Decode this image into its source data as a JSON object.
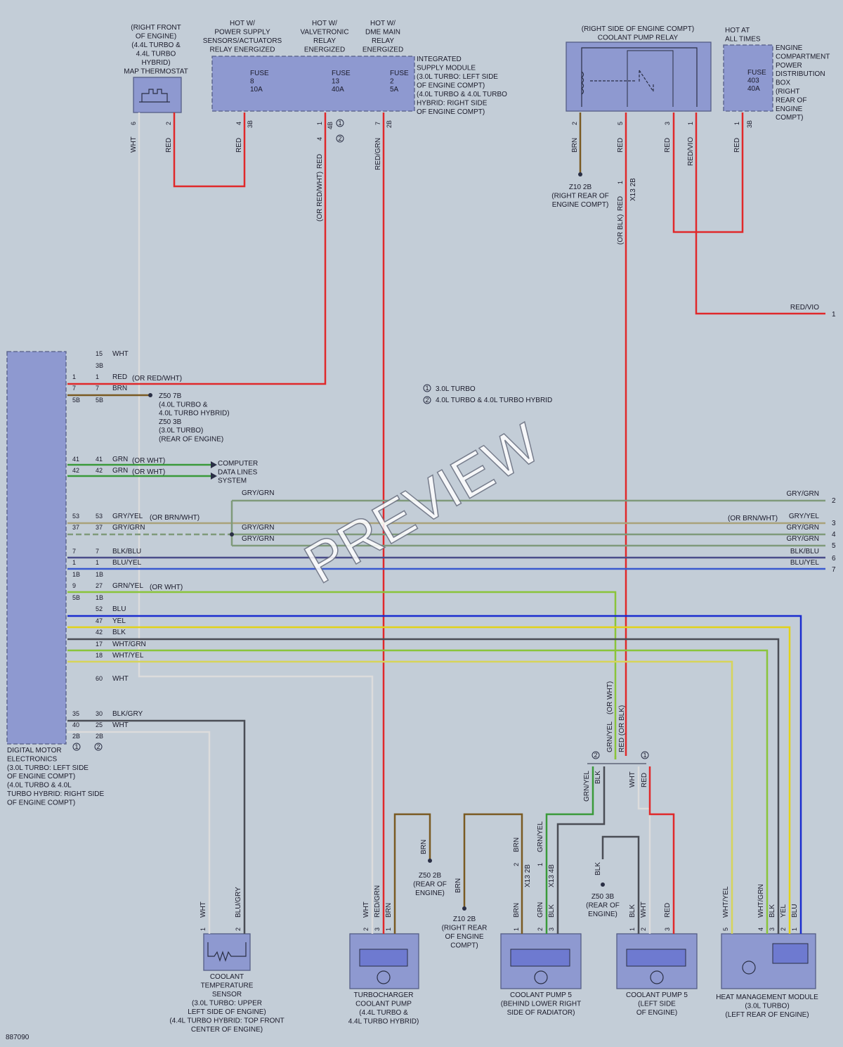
{
  "doc_id": "887090",
  "watermark": "PREVIEW",
  "legend": {
    "n1": "3.0L TURBO",
    "n2": "4.0L TURBO & 4.0L TURBO HYBRID"
  },
  "boxes": {
    "map_thermostat": [
      "(RIGHT FRONT",
      "OF ENGINE)",
      "(4.4L TURBO &",
      "4.4L TURBO",
      "HYBRID)",
      "MAP THERMOSTAT"
    ],
    "hot_power": [
      "HOT W/",
      "POWER SUPPLY",
      "SENSORS/ACTUATORS",
      "RELAY ENERGIZED"
    ],
    "hot_valve": [
      "HOT W/",
      "VALVETRONIC",
      "RELAY",
      "ENERGIZED"
    ],
    "hot_dme": [
      "HOT W/",
      "DME MAIN",
      "RELAY",
      "ENERGIZED"
    ],
    "ism": [
      "INTEGRATED",
      "SUPPLY MODULE",
      "(3.0L TURBO: LEFT SIDE",
      "OF ENGINE COMPT)",
      "(4.0L TURBO & 4.0L TURBO",
      "HYBRID: RIGHT SIDE",
      "OF ENGINE COMPT)"
    ],
    "fuse8": [
      "FUSE",
      "8",
      "10A"
    ],
    "fuse13": [
      "FUSE",
      "13",
      "40A"
    ],
    "fuse2": [
      "FUSE",
      "2",
      "5A"
    ],
    "relay": [
      "(RIGHT SIDE OF ENGINE COMPT)",
      "COOLANT PUMP RELAY"
    ],
    "hot_always": [
      "HOT AT",
      "ALL TIMES"
    ],
    "fuse403": [
      "FUSE",
      "403",
      "40A"
    ],
    "epdb": [
      "ENGINE",
      "COMPARTMENT",
      "POWER",
      "DISTRIBUTION",
      "BOX",
      "(RIGHT",
      "REAR OF",
      "ENGINE",
      "COMPT)"
    ],
    "dme": [
      "DIGITAL MOTOR",
      "ELECTRONICS",
      "(3.0L TURBO: LEFT SIDE",
      "OF ENGINE COMPT)",
      "(4.0L TURBO & 4.0L",
      "TURBO HYBRID: RIGHT SIDE",
      "OF ENGINE COMPT)"
    ],
    "coolant_sensor": [
      "COOLANT",
      "TEMPERATURE",
      "SENSOR",
      "(3.0L TURBO: UPPER",
      "LEFT SIDE OF ENGINE)",
      "(4.4L TURBO HYBRID: TOP FRONT",
      "CENTER OF ENGINE)"
    ],
    "turbo_pump": [
      "TURBOCHARGER",
      "COOLANT PUMP",
      "(4.4L TURBO &",
      "4.4L TURBO HYBRID)"
    ],
    "pump5a": [
      "COOLANT PUMP 5",
      "(BEHIND LOWER RIGHT",
      "SIDE OF RADIATOR)"
    ],
    "pump5b": [
      "COOLANT PUMP 5",
      "(LEFT SIDE",
      "OF ENGINE)"
    ],
    "hmm": [
      "HEAT MANAGEMENT MODULE",
      "(3.0L TURBO)",
      "(LEFT REAR OF ENGINE)"
    ]
  },
  "grounds": {
    "z10_top": [
      "Z10 2B",
      "(RIGHT REAR OF",
      "ENGINE COMPT)"
    ],
    "z50_dme": [
      "Z50 7B",
      "(4.0L TURBO &",
      "4.0L TURBO HYBRID)",
      "Z50 3B",
      "(3.0L TURBO)",
      "(REAR OF ENGINE)"
    ],
    "z50_2b": [
      "Z50 2B",
      "(REAR OF",
      "ENGINE)"
    ],
    "z10_bot": [
      "Z10 2B",
      "(RIGHT REAR",
      "OF ENGINE",
      "COMPT)"
    ],
    "z50_3b": [
      "Z50 3B",
      "(REAR OF",
      "ENGINE)"
    ]
  },
  "computer_data": [
    "COMPUTER",
    "DATA LINES",
    "SYSTEM"
  ],
  "right_edge": [
    {
      "label": "RED/VIO",
      "num": "1"
    },
    {
      "label": "GRY/GRN",
      "num": "2"
    },
    {
      "label": "GRY/YEL",
      "num": "3"
    },
    {
      "label": "GRY/GRN",
      "num": "4"
    },
    {
      "label": "GRY/GRN",
      "num": "5"
    },
    {
      "label": "BLK/BLU",
      "num": "6"
    },
    {
      "label": "BLU/YEL",
      "num": "7"
    }
  ],
  "right_or": "(OR BRN/WHT)",
  "dme_rows": [
    {
      "a": "",
      "b": "15",
      "c": "WHT",
      "d": ""
    },
    {
      "a": "",
      "b": "3B",
      "c": "",
      "d": ""
    },
    {
      "a": "1",
      "b": "1",
      "c": "RED",
      "d": "(OR RED/WHT)"
    },
    {
      "a": "7",
      "b": "7",
      "c": "BRN",
      "d": ""
    },
    {
      "a": "5B",
      "b": "5B",
      "c": "",
      "d": ""
    },
    {
      "a": "41",
      "b": "41",
      "c": "GRN",
      "d": "(OR WHT)"
    },
    {
      "a": "42",
      "b": "42",
      "c": "GRN",
      "d": "(OR WHT)"
    },
    {
      "a": "53",
      "b": "53",
      "c": "GRY/YEL",
      "d": "(OR BRN/WHT)"
    },
    {
      "a": "37",
      "b": "37",
      "c": "GRY/GRN",
      "d": ""
    },
    {
      "a": "7",
      "b": "7",
      "c": "BLK/BLU",
      "d": ""
    },
    {
      "a": "1",
      "b": "1",
      "c": "BLU/YEL",
      "d": ""
    },
    {
      "a": "1B",
      "b": "1B",
      "c": "",
      "d": ""
    },
    {
      "a": "9",
      "b": "27",
      "c": "GRN/YEL",
      "d": "(OR WHT)"
    },
    {
      "a": "5B",
      "b": "1B",
      "c": "",
      "d": ""
    },
    {
      "a": "",
      "b": "52",
      "c": "BLU",
      "d": ""
    },
    {
      "a": "",
      "b": "47",
      "c": "YEL",
      "d": ""
    },
    {
      "a": "",
      "b": "42",
      "c": "BLK",
      "d": ""
    },
    {
      "a": "",
      "b": "17",
      "c": "WHT/GRN",
      "d": ""
    },
    {
      "a": "",
      "b": "18",
      "c": "WHT/YEL",
      "d": ""
    },
    {
      "a": "",
      "b": "60",
      "c": "WHT",
      "d": ""
    },
    {
      "a": "35",
      "b": "30",
      "c": "BLK/GRY",
      "d": ""
    },
    {
      "a": "40",
      "b": "25",
      "c": "WHT",
      "d": ""
    },
    {
      "a": "2B",
      "b": "2B",
      "c": "",
      "d": ""
    }
  ],
  "mid_labels": {
    "gry_grn_a": "GRY/GRN",
    "gry_grn_b": "GRY/GRN",
    "gry_grn_c": "GRY/GRN"
  },
  "wire_labels": {
    "w_wht": "WHT",
    "w_red1": "RED",
    "w_red2": "RED",
    "w_red3": "RED",
    "w_orredwht": "(OR RED/WHT)",
    "w_redgrn": "RED/GRN",
    "w_brn_r": "BRN",
    "w_red_r1": "RED",
    "w_red_r2": "RED",
    "w_redvio": "RED/VIO",
    "w_red_r3": "RED",
    "w_red_x": "RED",
    "w_orblk": "(OR BLK)",
    "w_x13": "X13 2B",
    "s_grnyel": "GRN/YEL",
    "s_orwht": "(OR WHT)",
    "s_red": "RED (OR BLK)",
    "b_grnyel": "GRN/YEL",
    "b_blk": "BLK",
    "b_wht": "WHT",
    "b_red": "RED",
    "c_wht": "WHT",
    "c_blugry": "BLU/GRY",
    "t_wht": "WHT",
    "t_redgrn": "RED/GRN",
    "t_brn": "BRN",
    "z_brn": "BRN",
    "z_brn2": "BRN",
    "p_brn": "BRN",
    "p_x13a": "X13 2B",
    "p_grnyel": "GRN/YEL",
    "p_x13b": "X13 4B",
    "p_brn2": "BRN",
    "p_grn": "GRN",
    "p_blk": "BLK",
    "q_blk": "BLK",
    "q_blk2": "BLK",
    "q_wht": "WHT",
    "q_red": "RED",
    "h_whtyel": "WHT/YEL",
    "h_whtgrn": "WHT/GRN",
    "h_blk": "BLK",
    "h_yel": "YEL",
    "h_blu": "BLU"
  },
  "pins": {
    "map": [
      "6",
      "2"
    ],
    "f8": [
      "4",
      "3B"
    ],
    "f13": [
      "1",
      "4",
      "4B"
    ],
    "f2": [
      "7",
      "2B"
    ],
    "relay": [
      "2",
      "5",
      "3",
      "1"
    ],
    "f403": [
      "1",
      "3B"
    ],
    "x13": "1",
    "cs": [
      "1",
      "2"
    ],
    "tp": [
      "2",
      "3",
      "1"
    ],
    "p5a": [
      "1",
      "2",
      "3"
    ],
    "p5b": [
      "1",
      "2",
      "3"
    ],
    "hm": [
      "5",
      "4",
      "3",
      "2",
      "1"
    ],
    "p5a_top": [
      "2",
      "1"
    ]
  },
  "colors": {
    "red": "#e0282a",
    "brn": "#7a5a22",
    "grn": "#3a9a3a",
    "wht": "#e6e6e6",
    "blu": "#1a2ccf",
    "yel": "#e2d21a",
    "blk": "#4a4d55",
    "box": "#8e99d0",
    "grygrn": "#7f9a7a",
    "gryyel": "#a9a27a"
  }
}
